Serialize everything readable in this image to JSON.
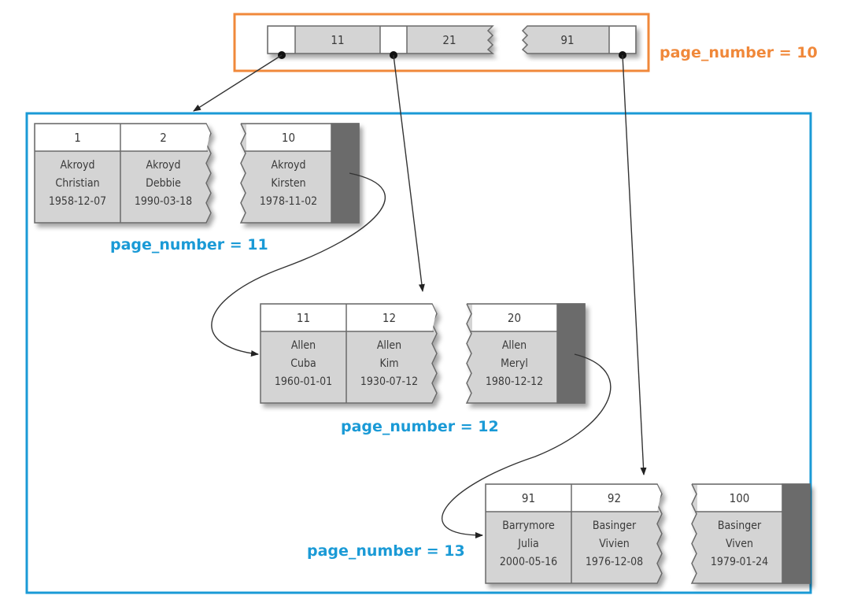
{
  "colors": {
    "root_frame": "#f0883a",
    "leaf_frame": "#1a9ad6",
    "root_label": "#f0883a",
    "leaf_label": "#1a9ad6",
    "cell_gray": "#d4d4d4",
    "cell_white": "#ffffff",
    "cell_border": "#6a6a6a",
    "dark_bar": "#6b6b6b",
    "arrow": "#333333"
  },
  "root": {
    "label": "page_number = 10",
    "keys": [
      "11",
      "21",
      "91"
    ]
  },
  "leaves": [
    {
      "label": "page_number = 11",
      "records": [
        {
          "key": "1",
          "lines": [
            "Akroyd",
            "Christian",
            "1958-12-07"
          ]
        },
        {
          "key": "2",
          "lines": [
            "Akroyd",
            "Debbie",
            "1990-03-18"
          ]
        },
        {
          "key": "10",
          "lines": [
            "Akroyd",
            "Kirsten",
            "1978-11-02"
          ]
        }
      ]
    },
    {
      "label": "page_number = 12",
      "records": [
        {
          "key": "11",
          "lines": [
            "Allen",
            "Cuba",
            "1960-01-01"
          ]
        },
        {
          "key": "12",
          "lines": [
            "Allen",
            "Kim",
            "1930-07-12"
          ]
        },
        {
          "key": "20",
          "lines": [
            "Allen",
            "Meryl",
            "1980-12-12"
          ]
        }
      ]
    },
    {
      "label": "page_number = 13",
      "records": [
        {
          "key": "91",
          "lines": [
            "Barrymore",
            "Julia",
            "2000-05-16"
          ]
        },
        {
          "key": "92",
          "lines": [
            "Basinger",
            "Vivien",
            "1976-12-08"
          ]
        },
        {
          "key": "100",
          "lines": [
            "Basinger",
            "Viven",
            "1979-01-24"
          ]
        }
      ]
    }
  ]
}
